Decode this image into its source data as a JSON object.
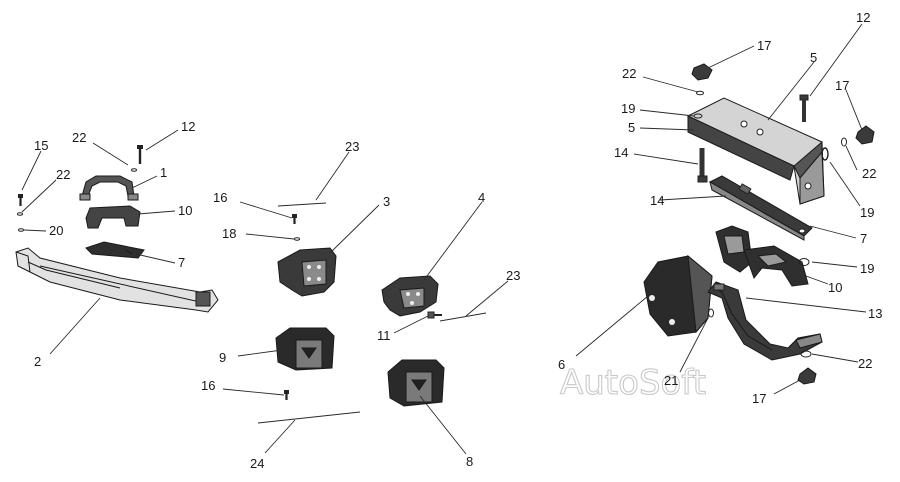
{
  "watermark": "AutoSoft",
  "callouts": [
    "1",
    "2",
    "3",
    "4",
    "5",
    "6",
    "7",
    "8",
    "9",
    "10",
    "11",
    "12",
    "13",
    "14",
    "15",
    "16",
    "17",
    "18",
    "19",
    "20",
    "21",
    "22",
    "23",
    "24"
  ],
  "colors": {
    "ink": "#1a1a1a",
    "dark": "#3a3a3a",
    "mid": "#6e6e6e",
    "light": "#cfcfcf",
    "paper": "#ffffff"
  }
}
